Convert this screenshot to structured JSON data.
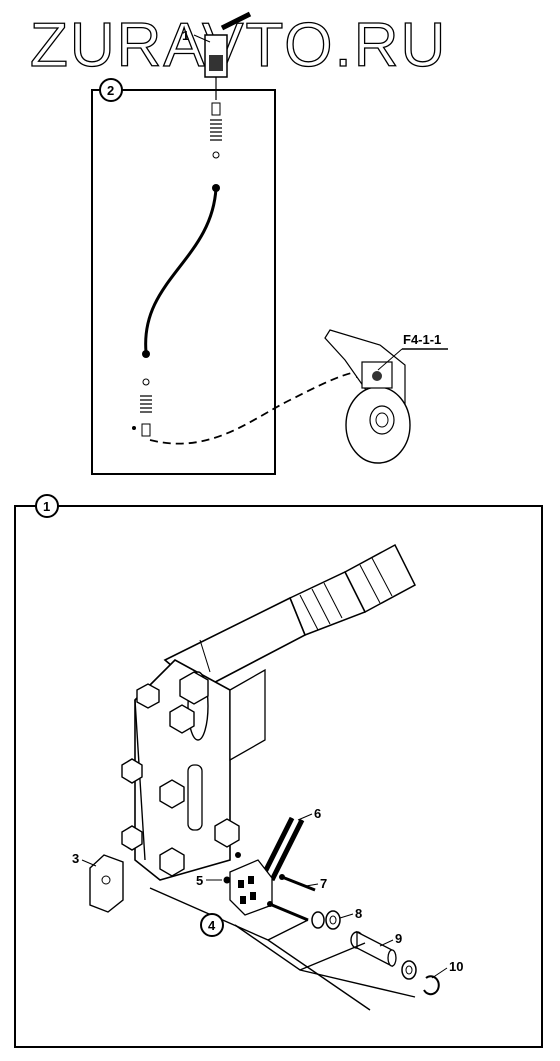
{
  "watermark": "ZURAVTO.RU",
  "reference": "F4-1-1",
  "callouts": {
    "c1": "1",
    "c2": "2",
    "c3": "3",
    "c4": "4",
    "c5": "5",
    "c6": "6",
    "c7": "7",
    "c8": "8",
    "c9": "9",
    "c10": "10",
    "top1": "1"
  }
}
